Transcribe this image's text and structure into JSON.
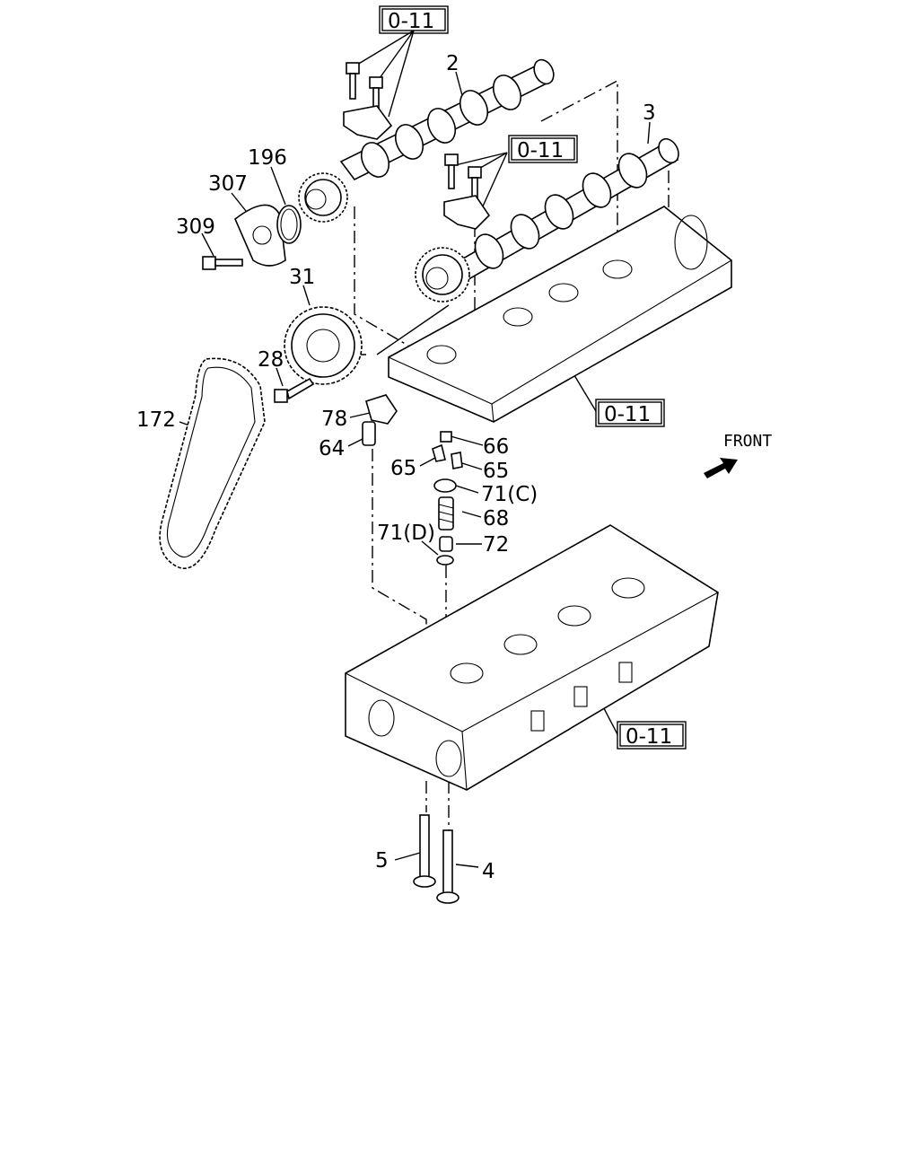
{
  "labels": {
    "p2": "2",
    "p3": "3",
    "p196": "196",
    "p307": "307",
    "p309": "309",
    "p31": "31",
    "p28": "28",
    "p172": "172",
    "p78": "78",
    "p64": "64",
    "p66": "66",
    "p65a": "65",
    "p65b": "65",
    "p71c": "71(C)",
    "p68": "68",
    "p71d": "71(D)",
    "p72": "72",
    "p5": "5",
    "p4": "4"
  },
  "refs": {
    "ref1": "0-11",
    "ref2": "0-11",
    "ref3": "0-11",
    "ref4": "0-11"
  },
  "front_label": "FRONT"
}
